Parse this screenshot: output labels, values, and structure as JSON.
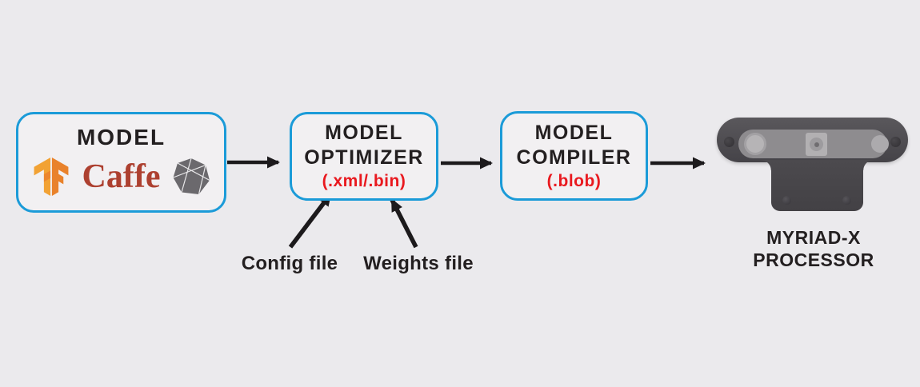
{
  "diagram": {
    "nodes": {
      "model": {
        "title": "MODEL",
        "caffe_label": "Caffe",
        "logos": [
          "tensorflow-logo",
          "caffe-logo",
          "onnx-logo"
        ]
      },
      "optimizer": {
        "title_line1": "MODEL",
        "title_line2": "OPTIMIZER",
        "subtitle": "(.xml/.bin)"
      },
      "compiler": {
        "title_line1": "MODEL",
        "title_line2": "COMPILER",
        "subtitle": "(.blob)"
      },
      "processor": {
        "label_line1": "MYRIAD-X",
        "label_line2": "PROCESSOR"
      }
    },
    "annotations": {
      "config_label": "Config file",
      "weights_label": "Weights file"
    },
    "colors": {
      "background": "#ebeaed",
      "box_fill": "#f2f0f2",
      "box_border_blue": "#1b9bd8",
      "text_dark": "#231f20",
      "highlight_red": "#e9191f",
      "caffe_red": "#ad4030",
      "arrow_black": "#1c1a1c",
      "camera_body": "#454348"
    }
  }
}
